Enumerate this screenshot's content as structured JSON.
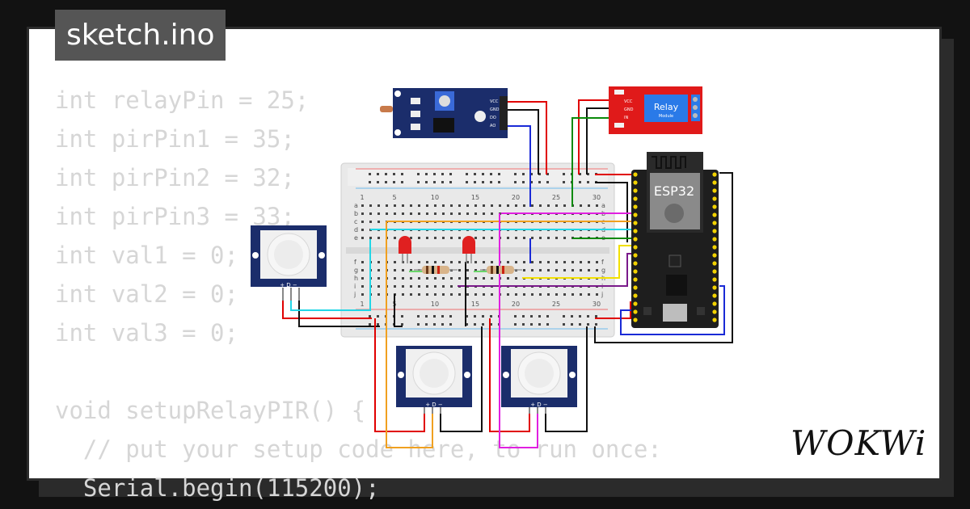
{
  "tab": {
    "filename": "sketch.ino"
  },
  "code_lines": [
    "int relayPin = 25;",
    "int pirPin1 = 35;",
    "int pirPin2 = 32;",
    "int pirPin3 = 33;",
    "int val1 = 0;",
    "int val2 = 0;",
    "int val3 = 0;",
    "",
    "void setupRelayPIR() {",
    "  // put your setup code here, to run once:",
    "  Serial.begin(115200);"
  ],
  "brand": {
    "logo_text": "WOKWi"
  },
  "components": {
    "esp32_label": "ESP32",
    "relay_title": "Relay",
    "relay_subtitle": "Module",
    "breadboard_cols": [
      "1",
      "5",
      "10",
      "15",
      "20",
      "25",
      "30"
    ],
    "breadboard_rows_top": [
      "a",
      "b",
      "c",
      "d",
      "e"
    ],
    "breadboard_rows_bottom": [
      "f",
      "g",
      "h",
      "i",
      "j"
    ],
    "pir_pins": [
      "+",
      "D",
      "−"
    ],
    "ldr_pins": [
      "VCC",
      "GND",
      "DO",
      "AO"
    ],
    "relay_pins": [
      "VCC",
      "GND",
      "IN"
    ]
  },
  "colors": {
    "wire_red": "#e00000",
    "wire_black": "#111111",
    "wire_blue": "#1a2ad6",
    "wire_green": "#0a8a0a",
    "wire_cyan": "#22d6e6",
    "wire_magenta": "#e020e0",
    "wire_orange": "#f0a020",
    "wire_yellow": "#f2e000",
    "wire_purple": "#7a1a8a",
    "pir_board": "#1b2d6b",
    "relay_board": "#e01a1a",
    "esp_board": "#1e1e1e"
  }
}
